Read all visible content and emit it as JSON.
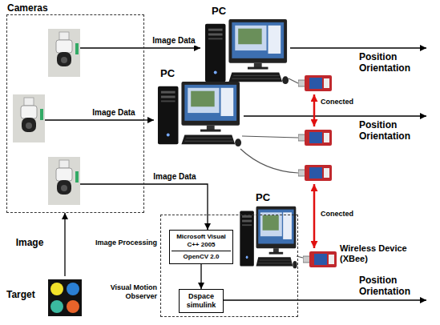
{
  "diagram": {
    "nodes": [
      {
        "text": [
          "Cameras"
        ]
      },
      {
        "text": [
          "PC"
        ]
      },
      {
        "text": [
          "PC"
        ]
      },
      {
        "text": [
          "PC"
        ]
      },
      {
        "text": [
          "Microsoft Visual C++ 2005",
          "OpenCV 2.0"
        ],
        "in": 3
      },
      {
        "text": [
          "Dspace simulink"
        ],
        "in": 3
      },
      {
        "text": [
          "Target"
        ]
      }
    ],
    "edges": [
      {
        "from": 0,
        "to": 1,
        "label": "Image Data",
        "arrow": "to"
      },
      {
        "from": 0,
        "to": 2,
        "label": "Image Data",
        "arrow": "to"
      },
      {
        "from": 0,
        "to": 4,
        "label": "Image Data",
        "arrow": "to"
      },
      {
        "from": 6,
        "to": 0,
        "label": "Image",
        "arrow": "to"
      },
      {
        "from": 4,
        "to": 5,
        "arrow": "to"
      }
    ],
    "labels": [
      "Position Orientation",
      "Conected",
      "Position Orientation",
      "Conected",
      "Wireless Device (XBee)",
      "Image Processing",
      "Visual Motion Observer",
      "Position Orientation"
    ]
  }
}
